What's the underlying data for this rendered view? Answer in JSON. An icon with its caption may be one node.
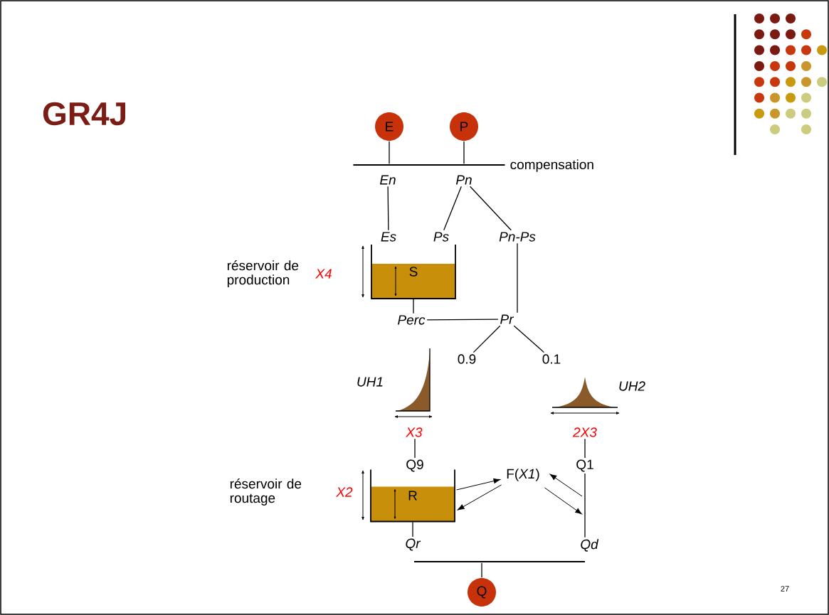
{
  "diagram": {
    "title": "GR4J",
    "nodes": [
      {
        "text": [
          "E"
        ]
      },
      {
        "text": [
          "P"
        ]
      },
      {
        "text": [],
        "shape": "bar"
      },
      {
        "text": [
          "En"
        ]
      },
      {
        "text": [
          "Pn"
        ]
      },
      {
        "text": [
          "Es"
        ]
      },
      {
        "text": [
          "Ps"
        ]
      },
      {
        "text": [
          "Pn-Ps"
        ]
      },
      {
        "text": [
          "S"
        ],
        "beside": [
          "réservoir de production",
          "X4"
        ]
      },
      {
        "text": [
          "Perc"
        ]
      },
      {
        "text": [
          "Pr"
        ]
      },
      {
        "text": [
          "0.9"
        ]
      },
      {
        "text": [
          "0.1"
        ]
      },
      {
        "text": [
          "X3"
        ],
        "beside": [
          "UH1"
        ]
      },
      {
        "text": [
          "2X3"
        ],
        "beside": [
          "UH2"
        ]
      },
      {
        "text": [
          "Q9"
        ]
      },
      {
        "text": [
          "Q1"
        ]
      },
      {
        "text": [
          "R"
        ],
        "beside": [
          "réservoir de routage",
          "X2"
        ]
      },
      {
        "text": [
          "F(*X1*)"
        ]
      },
      {
        "text": [
          "Qr"
        ]
      },
      {
        "text": [
          "Qd"
        ]
      },
      {
        "text": [],
        "shape": "bar"
      },
      {
        "text": [
          "Q"
        ]
      }
    ],
    "edges": [
      {
        "from": 0,
        "to": 2,
        "arrow": "none"
      },
      {
        "from": 1,
        "to": 2,
        "arrow": "none"
      },
      {
        "from": 3,
        "to": 5,
        "arrow": "none"
      },
      {
        "from": 4,
        "to": 6,
        "arrow": "none"
      },
      {
        "from": 4,
        "to": 7,
        "arrow": "none"
      },
      {
        "from": 7,
        "to": 10,
        "arrow": "none"
      },
      {
        "from": 8,
        "to": 9,
        "arrow": "none"
      },
      {
        "from": 9,
        "to": 10,
        "arrow": "none"
      },
      {
        "from": 10,
        "to": 11,
        "arrow": "none"
      },
      {
        "from": 10,
        "to": 12,
        "arrow": "none"
      },
      {
        "from": 13,
        "to": 15,
        "arrow": "none"
      },
      {
        "from": 14,
        "to": 16,
        "arrow": "none"
      },
      {
        "from": 17,
        "to": 18,
        "arrow": "to"
      },
      {
        "from": 18,
        "to": 17,
        "arrow": "to"
      },
      {
        "from": null,
        "to": 18,
        "arrow": "to"
      },
      {
        "from": 18,
        "to": null,
        "arrow": "to"
      },
      {
        "from": 16,
        "to": 20,
        "arrow": "none"
      },
      {
        "from": 17,
        "to": 19,
        "arrow": "none"
      },
      {
        "from": 21,
        "to": 22,
        "arrow": "none"
      }
    ],
    "labels": [
      "compensation",
      "27"
    ]
  }
}
